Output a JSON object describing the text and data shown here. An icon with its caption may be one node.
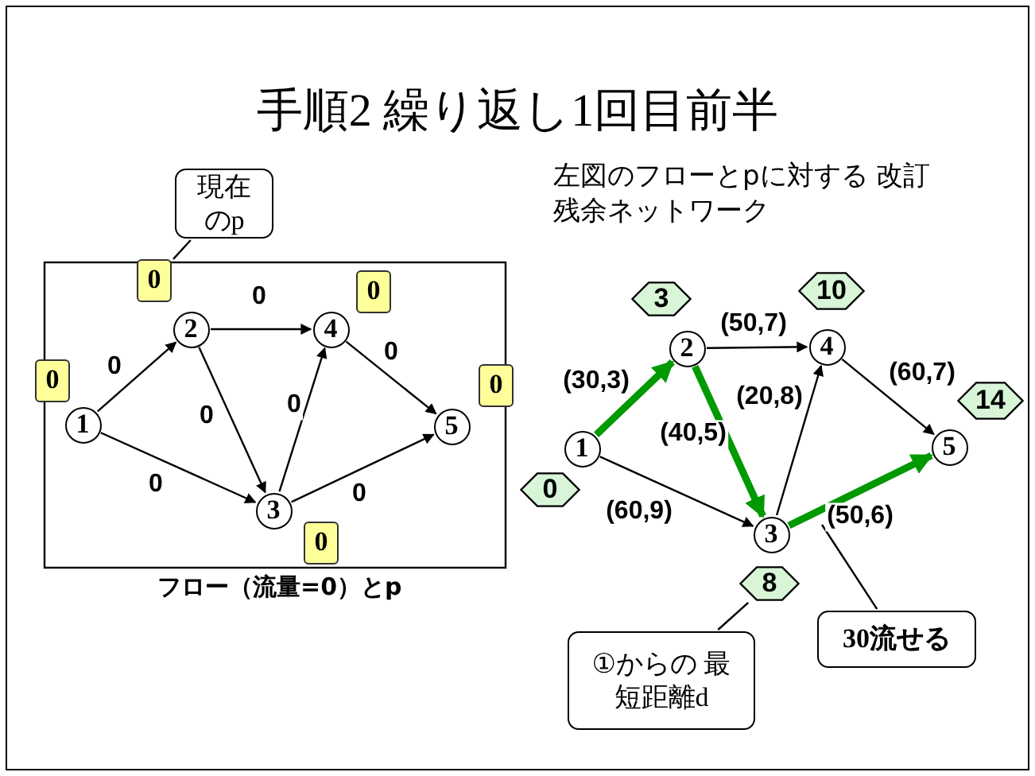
{
  "diagram": {
    "title": "手順2 繰り返し1回目前半",
    "nodes": [
      {
        "text": [
          "1"
        ]
      },
      {
        "text": [
          "2"
        ]
      },
      {
        "text": [
          "3"
        ]
      },
      {
        "text": [
          "4"
        ]
      },
      {
        "text": [
          "5"
        ]
      },
      {
        "text": [
          "0"
        ]
      },
      {
        "text": [
          "0"
        ]
      },
      {
        "text": [
          "0"
        ]
      },
      {
        "text": [
          "0"
        ]
      },
      {
        "text": [
          "0"
        ]
      },
      {
        "text": [
          "現在のp"
        ]
      },
      {
        "text": [
          "1"
        ]
      },
      {
        "text": [
          "2"
        ]
      },
      {
        "text": [
          "3"
        ]
      },
      {
        "text": [
          "4"
        ]
      },
      {
        "text": [
          "5"
        ]
      },
      {
        "text": [
          "3"
        ]
      },
      {
        "text": [
          "10"
        ]
      },
      {
        "text": [
          "14"
        ]
      },
      {
        "text": [
          "0"
        ]
      },
      {
        "text": [
          "8"
        ]
      },
      {
        "text": [
          "①からの 最短距離d"
        ]
      },
      {
        "text": [
          "30流せる"
        ]
      }
    ],
    "edges": [
      {
        "from": 0,
        "to": 1,
        "arrow": "to",
        "label": "0"
      },
      {
        "from": 0,
        "to": 2,
        "arrow": "to",
        "label": "0"
      },
      {
        "from": 1,
        "to": 3,
        "arrow": "to",
        "label": "0"
      },
      {
        "from": 1,
        "to": 2,
        "arrow": "to",
        "label": "0"
      },
      {
        "from": 2,
        "to": 3,
        "arrow": "to",
        "label": "0"
      },
      {
        "from": 3,
        "to": 4,
        "arrow": "to",
        "label": "0"
      },
      {
        "from": 2,
        "to": 4,
        "arrow": "to",
        "label": "0"
      },
      {
        "from": 10,
        "to": 5,
        "arrow": "none"
      },
      {
        "from": 11,
        "to": 12,
        "arrow": "to",
        "label": "(30,3)",
        "style": "thick",
        "color": "#009900"
      },
      {
        "from": 11,
        "to": 13,
        "arrow": "to",
        "label": "(60,9)"
      },
      {
        "from": 12,
        "to": 14,
        "arrow": "to",
        "label": "(50,7)"
      },
      {
        "from": 12,
        "to": 13,
        "arrow": "to",
        "label": "(40,5)",
        "style": "thick",
        "color": "#009900"
      },
      {
        "from": 13,
        "to": 14,
        "arrow": "to",
        "label": "(20,8)"
      },
      {
        "from": 14,
        "to": 15,
        "arrow": "to",
        "label": "(60,7)"
      },
      {
        "from": 13,
        "to": 15,
        "arrow": "to",
        "label": "(50,6)",
        "style": "thick",
        "color": "#009900"
      },
      {
        "from": 21,
        "to": 20,
        "arrow": "none"
      },
      {
        "from": 22,
        "to": null,
        "arrow": "none"
      }
    ],
    "labels": [
      "左図のフローとpに対する 改訂残余ネットワーク",
      "フロー（流量=0）とp"
    ]
  }
}
